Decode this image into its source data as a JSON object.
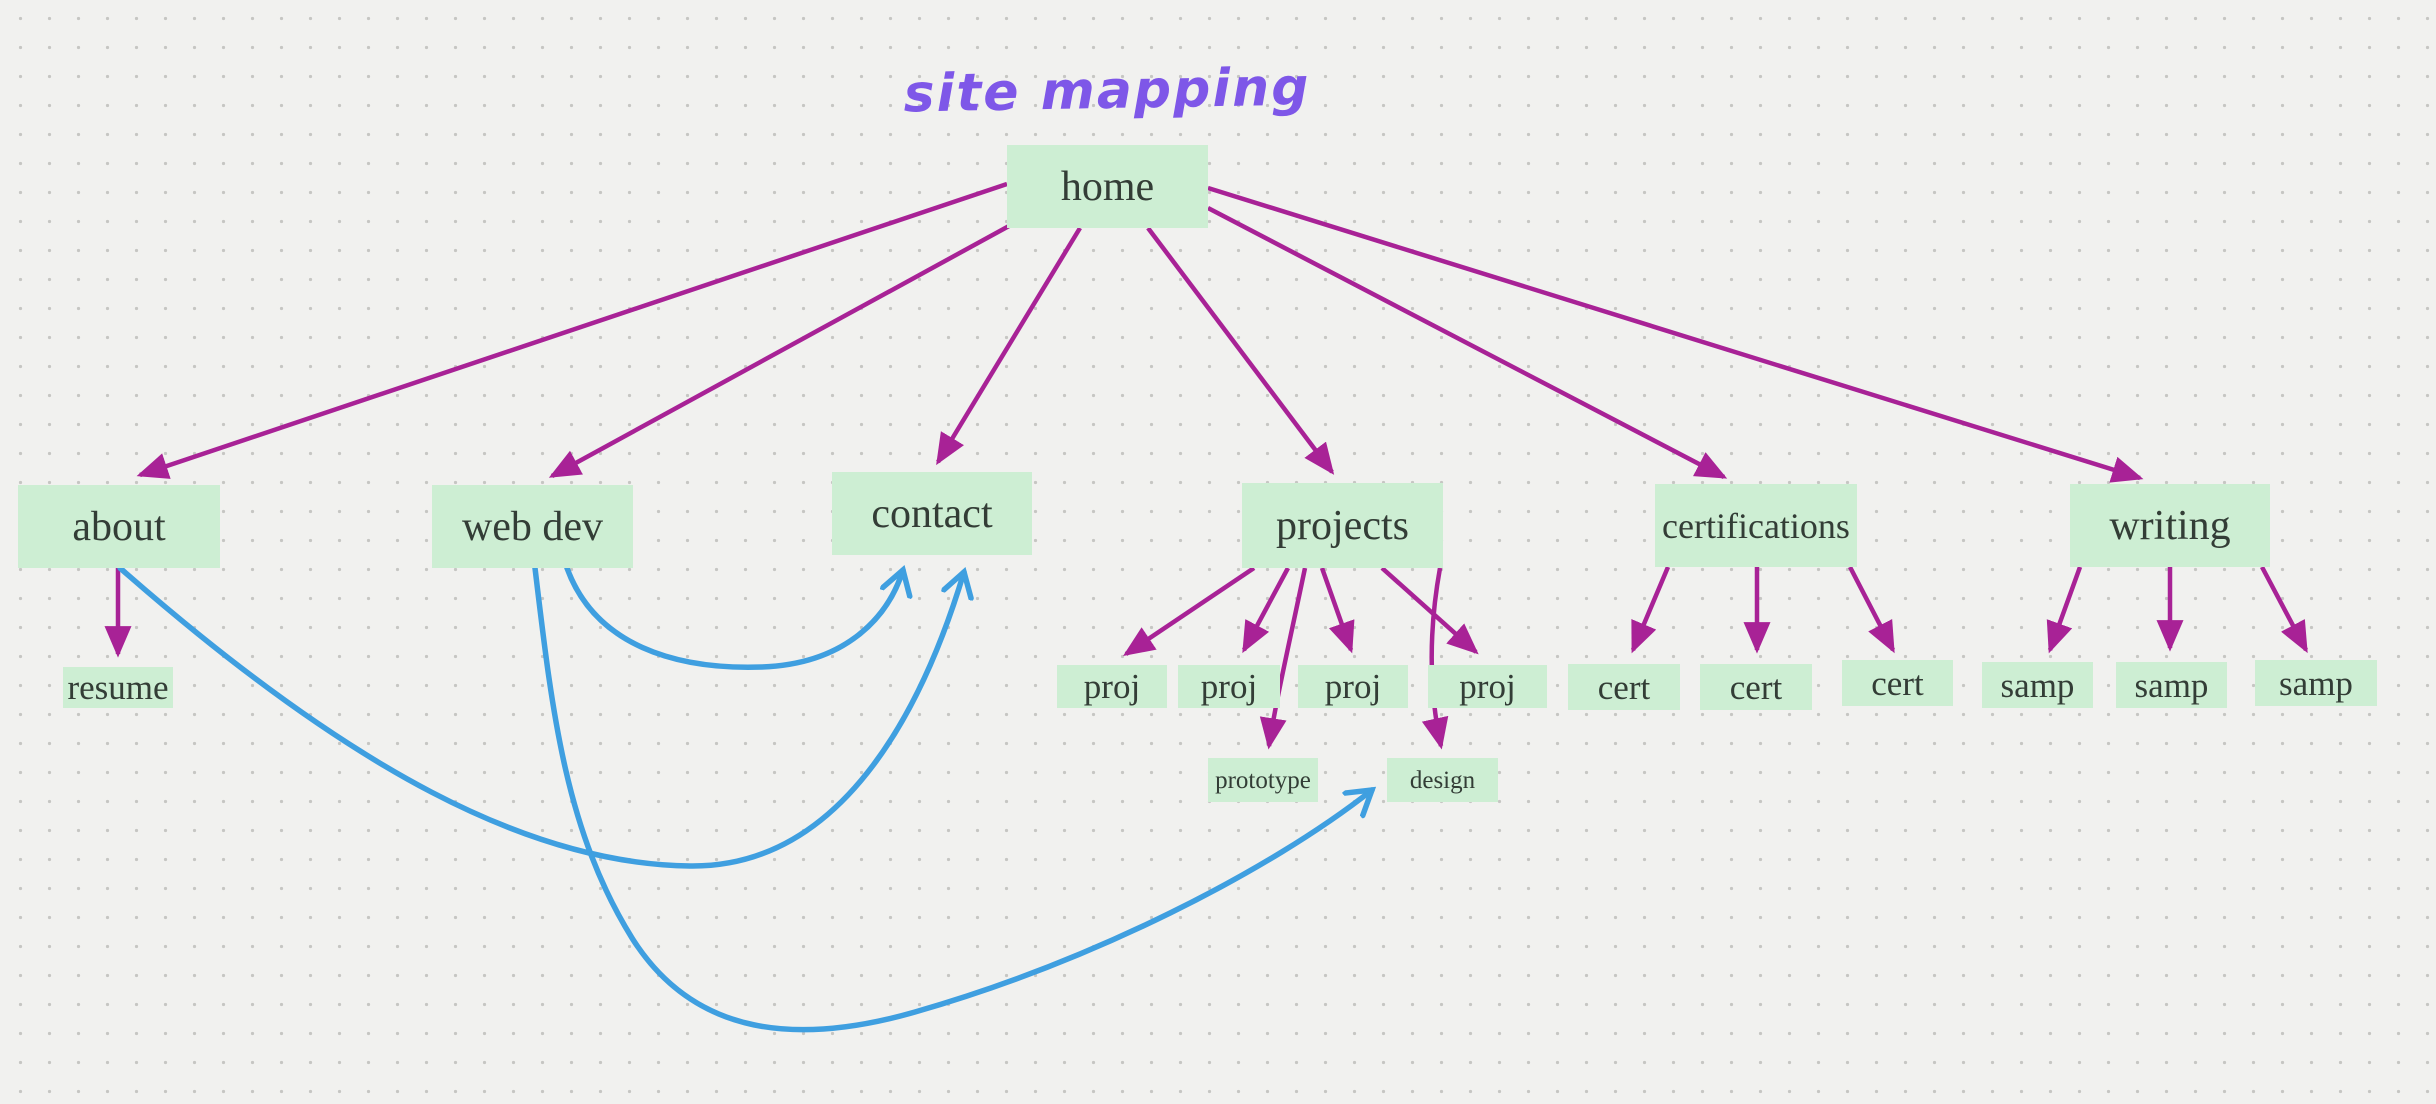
{
  "title": "site mapping",
  "colors": {
    "background": "#f1f1ef",
    "grid_dot": "#c6c6c3",
    "node_fill": "#cdeed3",
    "node_text": "#333d36",
    "connector_primary": "#a82296",
    "connector_secondary": "#3f9fe0",
    "title_color": "#7e57e8"
  },
  "nodes": [
    {
      "id": "home",
      "label": "home"
    },
    {
      "id": "about",
      "label": "about"
    },
    {
      "id": "web-dev",
      "label": "web dev"
    },
    {
      "id": "contact",
      "label": "contact"
    },
    {
      "id": "projects",
      "label": "projects"
    },
    {
      "id": "certifications",
      "label": "certifications"
    },
    {
      "id": "writing",
      "label": "writing"
    },
    {
      "id": "resume",
      "label": "resume"
    },
    {
      "id": "proj-1",
      "label": "proj"
    },
    {
      "id": "proj-2",
      "label": "proj"
    },
    {
      "id": "proj-3",
      "label": "proj"
    },
    {
      "id": "proj-4",
      "label": "proj"
    },
    {
      "id": "cert-1",
      "label": "cert"
    },
    {
      "id": "cert-2",
      "label": "cert"
    },
    {
      "id": "cert-3",
      "label": "cert"
    },
    {
      "id": "samp-1",
      "label": "samp"
    },
    {
      "id": "samp-2",
      "label": "samp"
    },
    {
      "id": "samp-3",
      "label": "samp"
    },
    {
      "id": "prototype",
      "label": "prototype"
    },
    {
      "id": "design",
      "label": "design"
    }
  ],
  "edges": [
    {
      "from": "home",
      "to": "about",
      "style": "hierarchy",
      "color_key": "connector_primary"
    },
    {
      "from": "home",
      "to": "web-dev",
      "style": "hierarchy",
      "color_key": "connector_primary"
    },
    {
      "from": "home",
      "to": "contact",
      "style": "hierarchy",
      "color_key": "connector_primary"
    },
    {
      "from": "home",
      "to": "projects",
      "style": "hierarchy",
      "color_key": "connector_primary"
    },
    {
      "from": "home",
      "to": "certifications",
      "style": "hierarchy",
      "color_key": "connector_primary"
    },
    {
      "from": "home",
      "to": "writing",
      "style": "hierarchy",
      "color_key": "connector_primary"
    },
    {
      "from": "about",
      "to": "resume",
      "style": "hierarchy",
      "color_key": "connector_primary"
    },
    {
      "from": "projects",
      "to": "proj-1",
      "style": "hierarchy",
      "color_key": "connector_primary"
    },
    {
      "from": "projects",
      "to": "proj-2",
      "style": "hierarchy",
      "color_key": "connector_primary"
    },
    {
      "from": "projects",
      "to": "proj-3",
      "style": "hierarchy",
      "color_key": "connector_primary"
    },
    {
      "from": "projects",
      "to": "proj-4",
      "style": "hierarchy",
      "color_key": "connector_primary"
    },
    {
      "from": "projects",
      "to": "prototype",
      "style": "hierarchy",
      "color_key": "connector_primary"
    },
    {
      "from": "projects",
      "to": "design",
      "style": "hierarchy",
      "color_key": "connector_primary"
    },
    {
      "from": "certifications",
      "to": "cert-1",
      "style": "hierarchy",
      "color_key": "connector_primary"
    },
    {
      "from": "certifications",
      "to": "cert-2",
      "style": "hierarchy",
      "color_key": "connector_primary"
    },
    {
      "from": "certifications",
      "to": "cert-3",
      "style": "hierarchy",
      "color_key": "connector_primary"
    },
    {
      "from": "writing",
      "to": "samp-1",
      "style": "hierarchy",
      "color_key": "connector_primary"
    },
    {
      "from": "writing",
      "to": "samp-2",
      "style": "hierarchy",
      "color_key": "connector_primary"
    },
    {
      "from": "writing",
      "to": "samp-3",
      "style": "hierarchy",
      "color_key": "connector_primary"
    },
    {
      "from": "about",
      "to": "contact",
      "style": "cross-link",
      "color_key": "connector_secondary"
    },
    {
      "from": "web-dev",
      "to": "contact",
      "style": "cross-link",
      "color_key": "connector_secondary"
    },
    {
      "from": "web-dev",
      "to": "design",
      "style": "cross-link",
      "color_key": "connector_secondary"
    }
  ]
}
